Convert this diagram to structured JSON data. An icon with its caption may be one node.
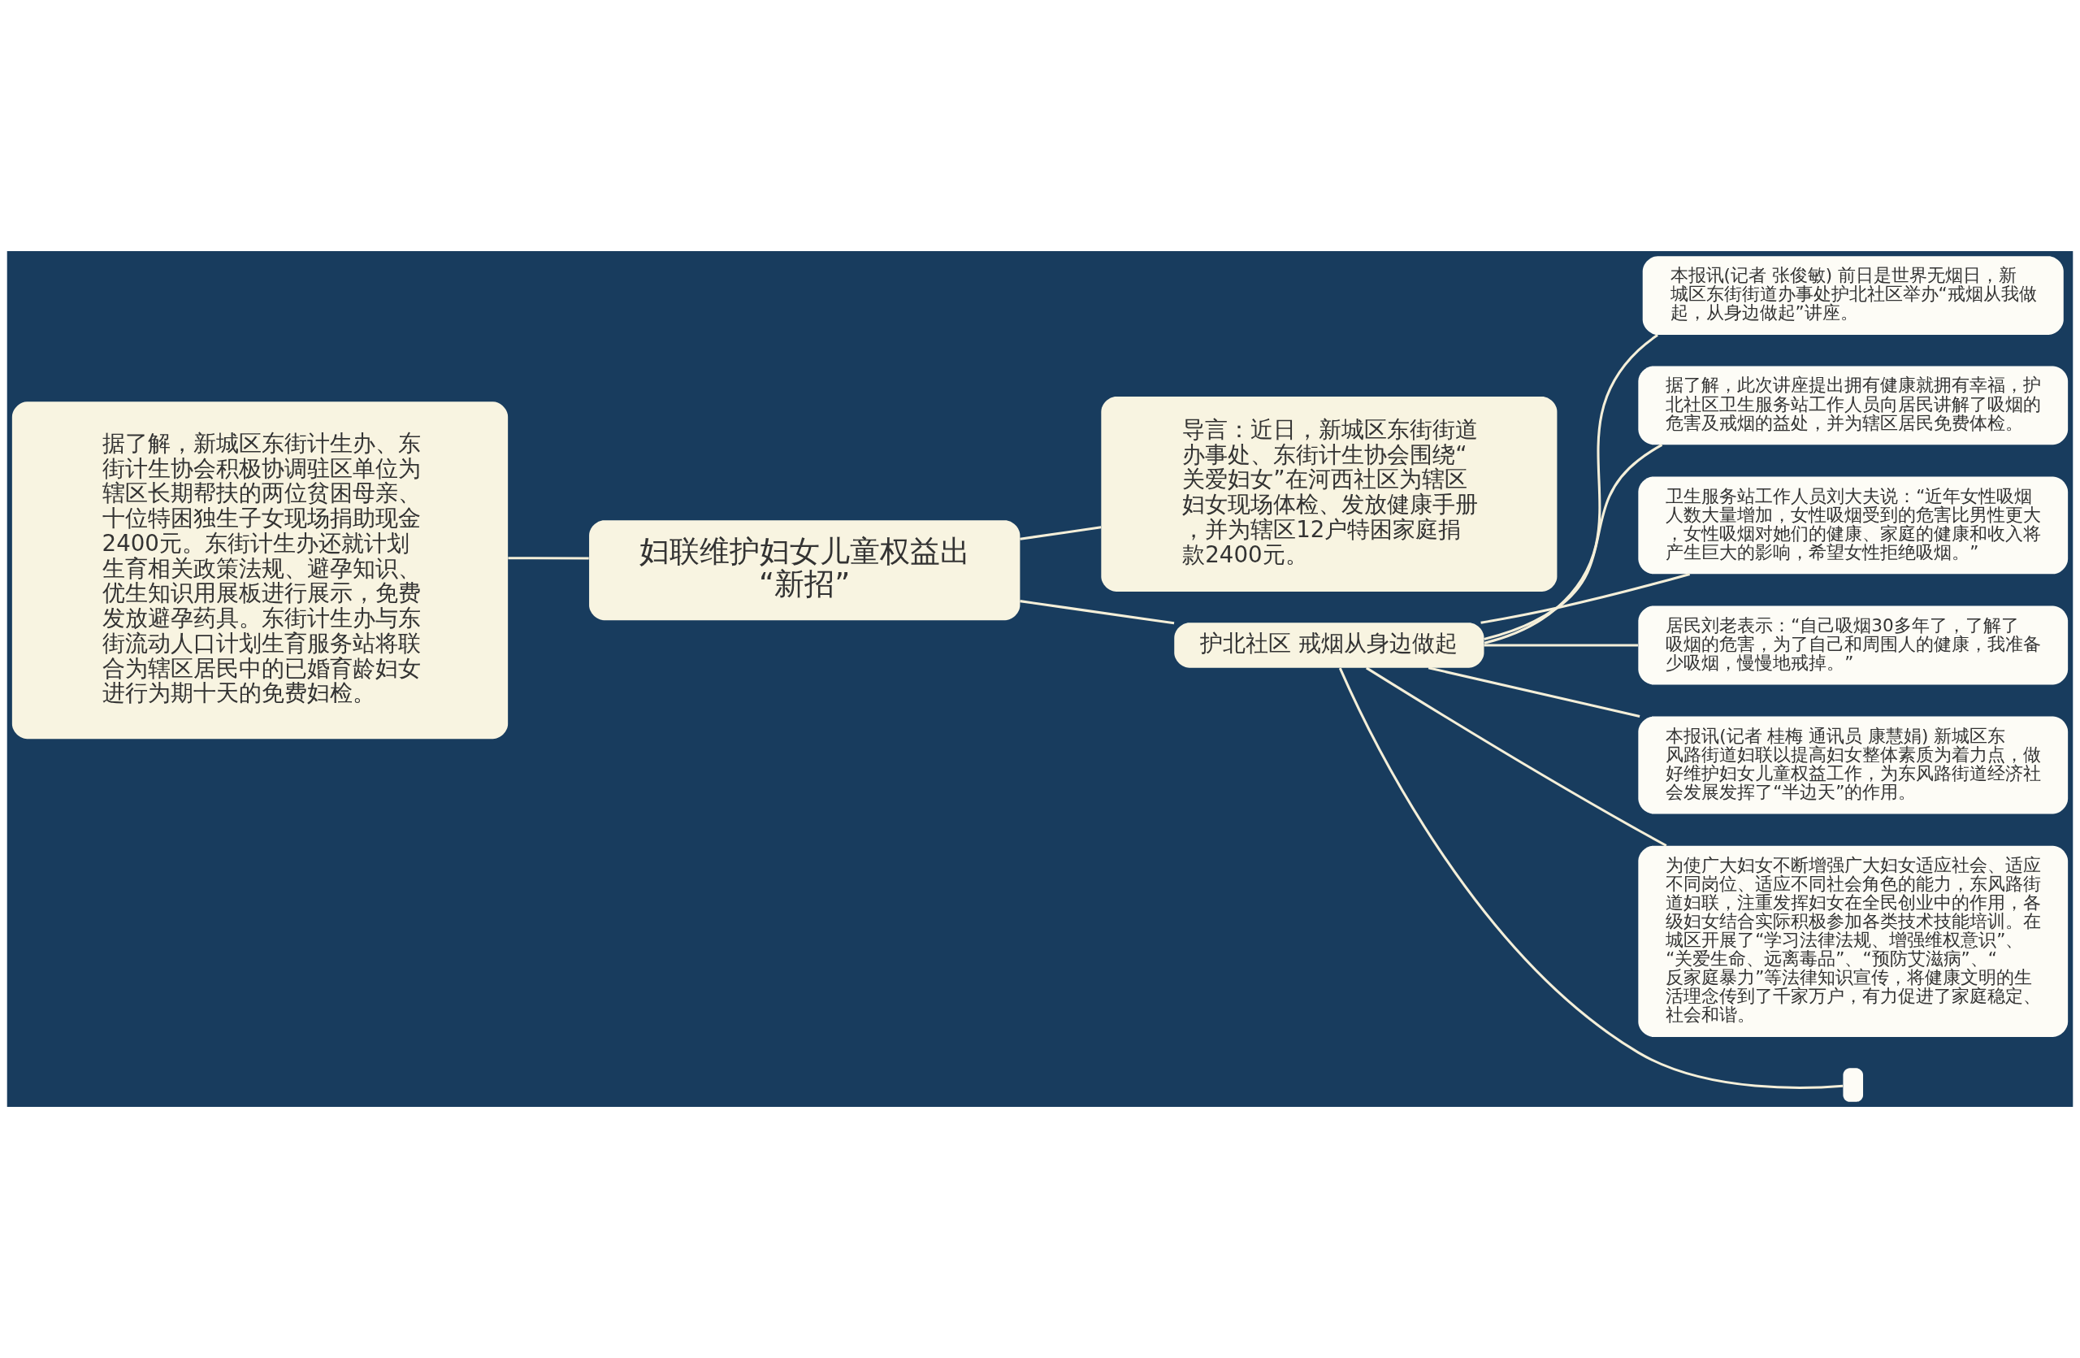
{
  "diagram": {
    "nodes": [
      {
        "text": [
          "妇联维护妇女儿童权益出“新招”"
        ]
      },
      {
        "text": [
          "导言：近日，新城区东街街道办事处、东街计生协会围绕“关爱妇女”在河西社区为辖区妇女现场体检、发放健康手册，并为辖区12户特困家庭捐款2400元。"
        ]
      },
      {
        "text": [
          "据了解，新城区东街计生办、东街计生协会积极协调驻区单位为辖区长期帮扶的两位贫困母亲、十位特困独生子女现场捐助现金2400元。东街计生办还就计划生育相关政策法规、避孕知识、优生知识用展板进行展示，免费发放避孕药具。东街计生办与东街流动人口计划生育服务站将联合为辖区居民中的已婚育龄妇女进行为期十天的免费妇检。"
        ]
      },
      {
        "text": [
          "护北社区 戒烟从身边做起"
        ]
      },
      {
        "text": [
          "本报讯(记者 张俊敏) 前日是世界无烟日，新城区东街街道办事处护北社区举办“戒烟从我做起，从身边做起”讲座。"
        ]
      },
      {
        "text": [
          "据了解，此次讲座提出拥有健康就拥有幸福，护北社区卫生服务站工作人员向居民讲解了吸烟的危害及戒烟的益处，并为辖区居民免费体检。"
        ]
      },
      {
        "text": [
          "卫生服务站工作人员刘大夫说：“近年女性吸烟人数大量增加，女性吸烟受到的危害比男性更大，女性吸烟对她们的健康、家庭的健康和收入将产生巨大的影响，希望女性拒绝吸烟。”"
        ]
      },
      {
        "text": [
          "居民刘老表示：“自己吸烟30多年了，了解了吸烟的危害，为了自己和周围人的健康，我准备少吸烟，慢慢地戒掉。”"
        ]
      },
      {
        "text": [
          "本报讯(记者 桂梅 通讯员 康慧娟) 新城区东风路街道妇联以提高妇女整体素质为着力点，做好维护妇女儿童权益工作，为东风路街道经济社会发展发挥了“半边天”的作用。"
        ]
      },
      {
        "text": [
          "为使广大妇女不断增强广大妇女适应社会、适应不同岗位、适应不同社会角色的能力，东风路街道妇联，注重发挥妇女在全民创业中的作用，各级妇女结合实际积极参加各类技术技能培训。在城区开展了“学习法律法规、增强维权意识”、“关爱生命、远离毒品”、“预防艾滋病”、“反家庭暴力”等法律知识宣传，将健康文明的生活理念传到了千家万户，有力促进了家庭稳定、社会和谐。"
        ]
      },
      {
        "text": [],
        "shape": "box"
      }
    ],
    "edges": [
      {
        "from": 0,
        "to": 1,
        "arrow": "none"
      },
      {
        "from": 0,
        "to": 2,
        "arrow": "none"
      },
      {
        "from": 0,
        "to": 3,
        "arrow": "none"
      },
      {
        "from": 3,
        "to": 4,
        "arrow": "none"
      },
      {
        "from": 3,
        "to": 5,
        "arrow": "none"
      },
      {
        "from": 3,
        "to": 6,
        "arrow": "none"
      },
      {
        "from": 3,
        "to": 7,
        "arrow": "none"
      },
      {
        "from": 3,
        "to": 8,
        "arrow": "none"
      },
      {
        "from": 3,
        "to": 9,
        "arrow": "none"
      },
      {
        "from": 3,
        "to": 10,
        "arrow": "none"
      }
    ]
  }
}
